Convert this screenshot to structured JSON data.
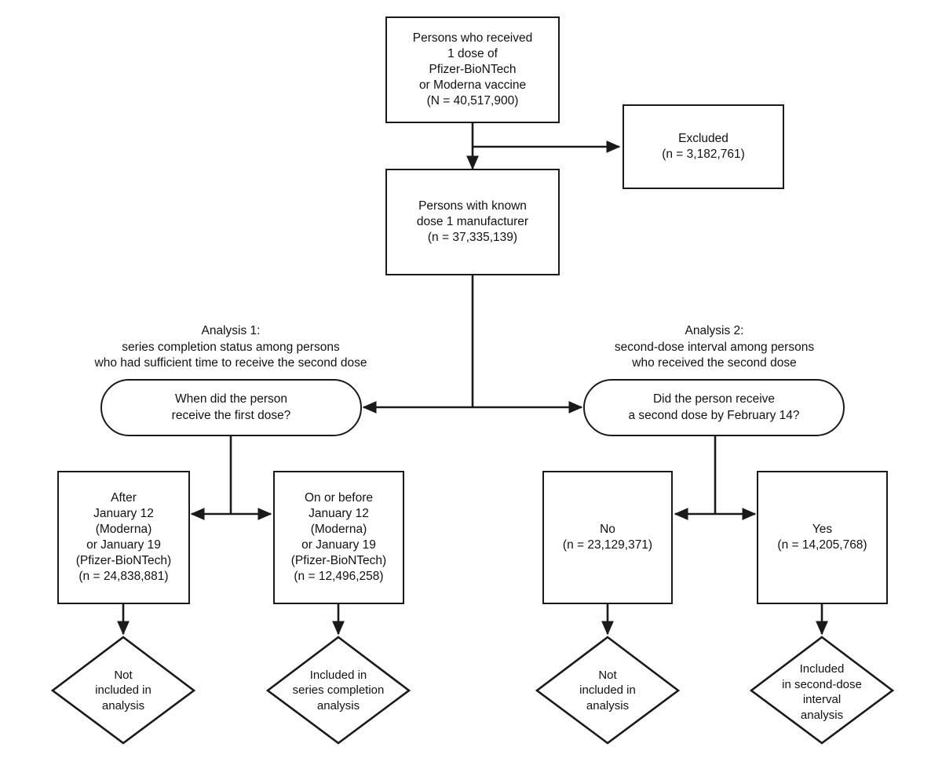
{
  "figure": {
    "type": "flowchart",
    "background_color": "#ffffff",
    "line_color": "#1a1a1a",
    "text_color": "#111111"
  },
  "nodes": {
    "source_population": {
      "shape": "rectangle",
      "text": "Persons who received\n1 dose of\nPfizer-BioNTech\nor Moderna vaccine\n(N = 40,517,900)",
      "count_label": "N = 40,517,900",
      "count_value": 40517900
    },
    "excluded": {
      "shape": "rectangle",
      "text": "Excluded\n(n = 3,182,761)",
      "count_label": "n = 3,182,761",
      "count_value": 3182761
    },
    "known_manufacturer": {
      "shape": "rectangle",
      "text": "Persons with known\ndose 1 manufacturer\n(n = 37,335,139)",
      "count_label": "n = 37,335,139",
      "count_value": 37335139
    },
    "decision_first_dose": {
      "shape": "rounded",
      "text": "When did the person\nreceive the first dose?"
    },
    "decision_second_dose": {
      "shape": "rounded",
      "text": "Did the person receive\na second dose by February 14?"
    },
    "after_cutoff": {
      "shape": "rectangle",
      "text": "After\nJanuary 12\n(Moderna)\nor January 19\n(Pfizer-BioNTech)\n(n = 24,838,881)",
      "count_label": "n = 24,838,881",
      "count_value": 24838881
    },
    "on_or_before_cutoff": {
      "shape": "rectangle",
      "text": "On or before\nJanuary 12\n(Moderna)\nor January 19\n(Pfizer-BioNTech)\n(n = 12,496,258)",
      "count_label": "n = 12,496,258",
      "count_value": 12496258
    },
    "second_dose_no": {
      "shape": "rectangle",
      "text": "No\n(n = 23,129,371)",
      "count_label": "n = 23,129,371",
      "count_value": 23129371
    },
    "second_dose_yes": {
      "shape": "rectangle",
      "text": "Yes\n(n = 14,205,768)",
      "count_label": "n = 14,205,768",
      "count_value": 14205768
    },
    "outcome_not_included_left": {
      "shape": "diamond",
      "text": "Not\nincluded in\nanalysis"
    },
    "outcome_series_completion": {
      "shape": "diamond",
      "text": "Included in\nseries completion\nanalysis"
    },
    "outcome_not_included_right": {
      "shape": "diamond",
      "text": "Not\nincluded in\nanalysis"
    },
    "outcome_second_dose_interval": {
      "shape": "diamond",
      "text": "Included\nin second-dose\ninterval\nanalysis"
    }
  },
  "captions": {
    "analysis_1": "Analysis 1:\nseries completion status among persons\nwho had sufficient time to receive the second dose",
    "analysis_2": "Analysis 2:\nsecond-dose interval among persons\nwho received the second dose"
  },
  "chart_data": {
    "type": "flowchart",
    "title": "",
    "nodes": [
      {
        "id": "source_population",
        "label": "Persons who received 1 dose of Pfizer-BioNTech or Moderna vaccine",
        "n": 40517900,
        "n_prefix": "N"
      },
      {
        "id": "excluded",
        "label": "Excluded",
        "n": 3182761,
        "n_prefix": "n"
      },
      {
        "id": "known_manufacturer",
        "label": "Persons with known dose 1 manufacturer",
        "n": 37335139,
        "n_prefix": "n"
      },
      {
        "id": "decision_first_dose",
        "label": "When did the person receive the first dose?",
        "n": null
      },
      {
        "id": "decision_second_dose",
        "label": "Did the person receive a second dose by February 14?",
        "n": null
      },
      {
        "id": "after_cutoff",
        "label": "After January 12 (Moderna) or January 19 (Pfizer-BioNTech)",
        "n": 24838881,
        "n_prefix": "n"
      },
      {
        "id": "on_or_before_cutoff",
        "label": "On or before January 12 (Moderna) or January 19 (Pfizer-BioNTech)",
        "n": 12496258,
        "n_prefix": "n"
      },
      {
        "id": "second_dose_no",
        "label": "No",
        "n": 23129371,
        "n_prefix": "n"
      },
      {
        "id": "second_dose_yes",
        "label": "Yes",
        "n": 14205768,
        "n_prefix": "n"
      },
      {
        "id": "outcome_not_included_left",
        "label": "Not included in analysis",
        "n": null
      },
      {
        "id": "outcome_series_completion",
        "label": "Included in series completion analysis",
        "n": null
      },
      {
        "id": "outcome_not_included_right",
        "label": "Not included in analysis",
        "n": null
      },
      {
        "id": "outcome_second_dose_interval",
        "label": "Included in second-dose interval analysis",
        "n": null
      }
    ],
    "edges": [
      {
        "from": "source_population",
        "to": "excluded"
      },
      {
        "from": "source_population",
        "to": "known_manufacturer"
      },
      {
        "from": "known_manufacturer",
        "to": "decision_first_dose"
      },
      {
        "from": "known_manufacturer",
        "to": "decision_second_dose"
      },
      {
        "from": "decision_first_dose",
        "to": "after_cutoff"
      },
      {
        "from": "decision_first_dose",
        "to": "on_or_before_cutoff"
      },
      {
        "from": "decision_second_dose",
        "to": "second_dose_no"
      },
      {
        "from": "decision_second_dose",
        "to": "second_dose_yes"
      },
      {
        "from": "after_cutoff",
        "to": "outcome_not_included_left"
      },
      {
        "from": "on_or_before_cutoff",
        "to": "outcome_series_completion"
      },
      {
        "from": "second_dose_no",
        "to": "outcome_not_included_right"
      },
      {
        "from": "second_dose_yes",
        "to": "outcome_second_dose_interval"
      }
    ]
  }
}
